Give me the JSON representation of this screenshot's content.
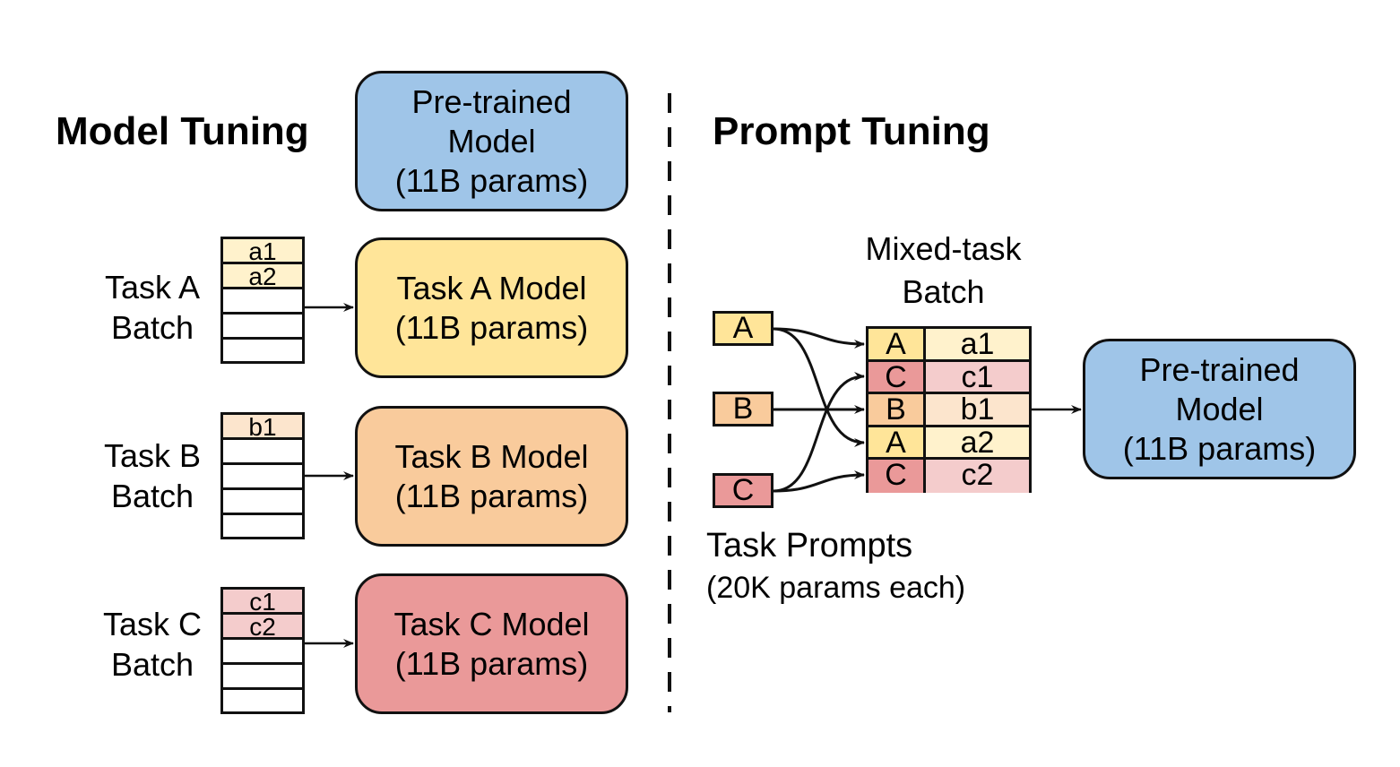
{
  "left": {
    "title": "Model Tuning",
    "pretrained": {
      "lines": [
        "Pre-trained",
        "Model",
        "(11B params)"
      ],
      "color": "#9fc5e8"
    },
    "tasks": [
      {
        "label": [
          "Task A",
          "Batch"
        ],
        "batch_items": [
          "a1",
          "a2",
          "",
          "",
          ""
        ],
        "item_color": "#fff2cc",
        "model_lines": [
          "Task A Model",
          "(11B params)"
        ],
        "model_color": "#ffe599"
      },
      {
        "label": [
          "Task B",
          "Batch"
        ],
        "batch_items": [
          "b1",
          "",
          "",
          "",
          ""
        ],
        "item_color": "#fce5cd",
        "model_lines": [
          "Task B Model",
          "(11B params)"
        ],
        "model_color": "#f9cb9c"
      },
      {
        "label": [
          "Task C",
          "Batch"
        ],
        "batch_items": [
          "c1",
          "c2",
          "",
          "",
          ""
        ],
        "item_color": "#f4cccc",
        "model_lines": [
          "Task C Model",
          "(11B params)"
        ],
        "model_color": "#ea9999"
      }
    ]
  },
  "right": {
    "title": "Prompt Tuning",
    "mixed_batch_label": [
      "Mixed-task",
      "Batch"
    ],
    "prompts": [
      {
        "key": "A",
        "color": "#ffe599"
      },
      {
        "key": "B",
        "color": "#f9cb9c"
      },
      {
        "key": "C",
        "color": "#ea9999"
      }
    ],
    "mixed_rows": [
      {
        "key": "A",
        "value": "a1",
        "key_color": "#ffe599",
        "value_color": "#fff2cc"
      },
      {
        "key": "C",
        "value": "c1",
        "key_color": "#ea9999",
        "value_color": "#f4cccc"
      },
      {
        "key": "B",
        "value": "b1",
        "key_color": "#f9cb9c",
        "value_color": "#fce5cd"
      },
      {
        "key": "A",
        "value": "a2",
        "key_color": "#ffe599",
        "value_color": "#fff2cc"
      },
      {
        "key": "C",
        "value": "c2",
        "key_color": "#ea9999",
        "value_color": "#f4cccc"
      }
    ],
    "task_prompts_label": [
      "Task Prompts",
      "(20K params each)"
    ],
    "pretrained": {
      "lines": [
        "Pre-trained",
        "Model",
        "(11B params)"
      ],
      "color": "#9fc5e8"
    }
  }
}
